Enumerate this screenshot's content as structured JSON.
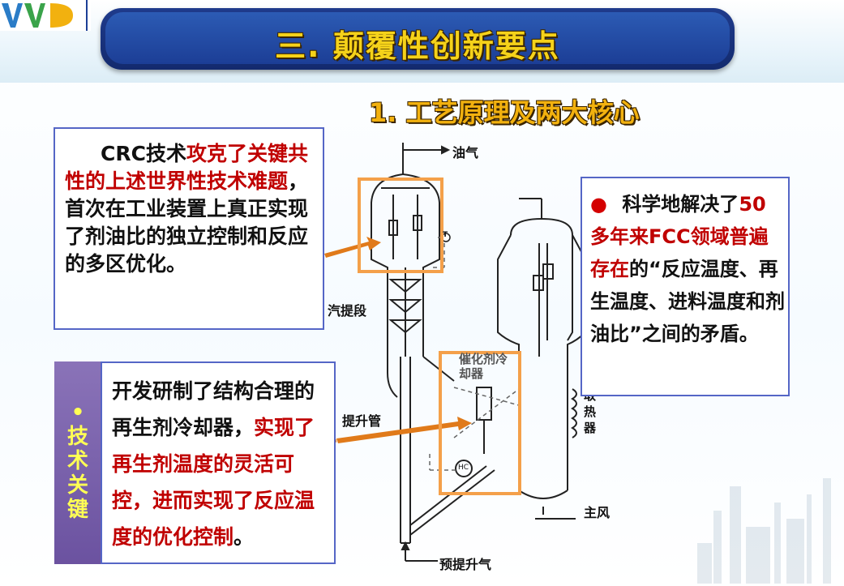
{
  "header": {
    "title": "三. 颠覆性创新要点",
    "subtitle": "1. 工艺原理及两大核心"
  },
  "left_box": {
    "parts": [
      "CRC技术",
      "攻克了关键共性的上述世界性技术难题",
      "，首次在工业装置上真正实现了剂油比的独立控制和反应的多区优化。"
    ]
  },
  "right_box": {
    "bullet": "●",
    "parts": [
      "科学地解决了",
      "50多年来FCC领域普遍存在",
      "的“反应温度、再生温度、进料温度和剂油比”之间的矛盾。"
    ]
  },
  "key_tech": {
    "label": "•技术关键",
    "parts": [
      "开发研制了结构合理的再生剂冷却器，",
      "实现了再生剂温度的灵活可控，进而实现了反应温度的优化控制",
      "。"
    ]
  },
  "diagram_labels": {
    "oil_gas": "油气",
    "stripper": "汽提段",
    "riser": "提升管",
    "catalyst_cooler": "催化剂冷却器",
    "heat_remover": "取热器",
    "main_air": "主风",
    "pre_lift_gas": "预提升气",
    "tc": "T",
    "hc": "HC"
  },
  "colors": {
    "accent_red": "#c00000",
    "title_yellow": "#f5d21a",
    "banner_blue": "#1c3e96",
    "highlight_orange": "#f4a04a"
  }
}
